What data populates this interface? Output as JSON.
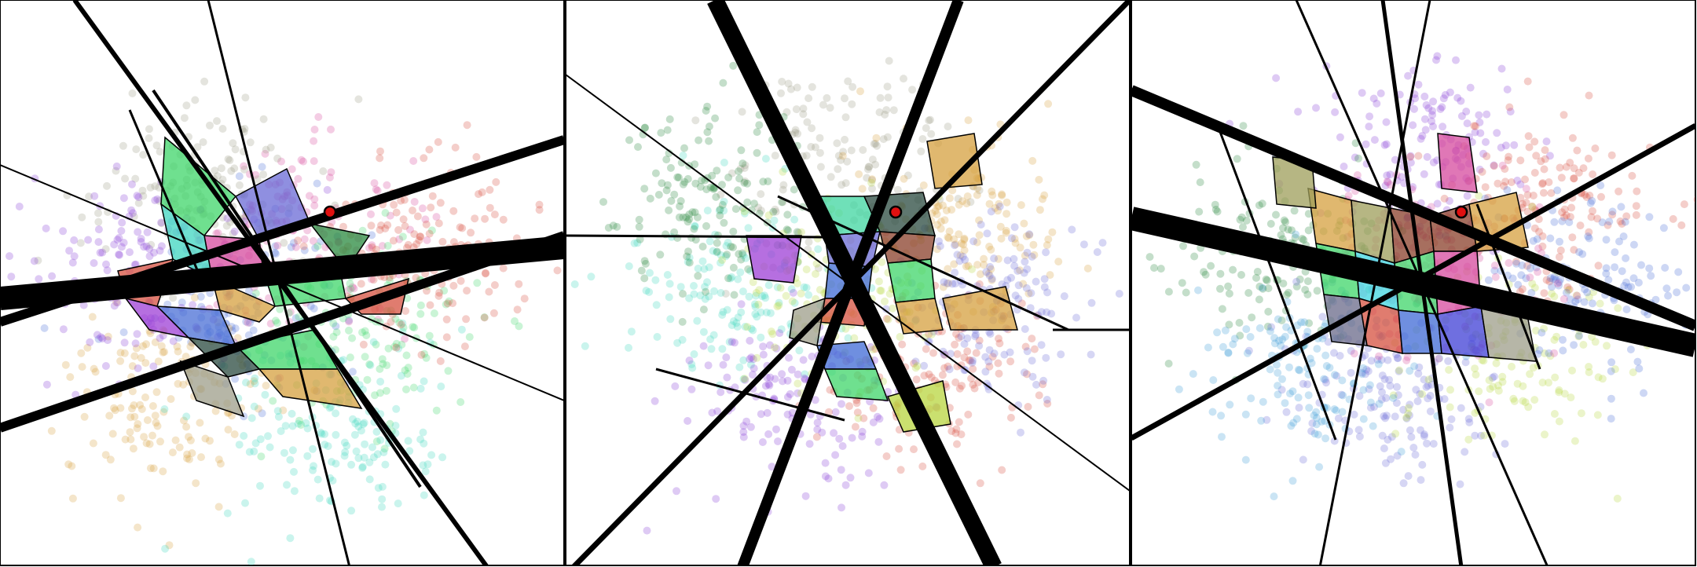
{
  "figure": {
    "panel_count": 3,
    "point_color_palette": [
      "#4a6fd6",
      "#d64a9e",
      "#3fd66a",
      "#9e9e8a",
      "#d6a03f",
      "#3fd6c0",
      "#8a3fd6",
      "#d6503f",
      "#2a8a3f",
      "#6a6ad6",
      "#b8d63f",
      "#3f9ed6"
    ],
    "panels": [
      {
        "name": "panel-1",
        "marker": {
          "x": 0.585,
          "y": 0.375,
          "fill": "#e01010"
        },
        "cluster_centers": [
          [
            0.42,
            0.55
          ],
          [
            0.55,
            0.42
          ],
          [
            0.65,
            0.58
          ],
          [
            0.35,
            0.35
          ],
          [
            0.3,
            0.7
          ],
          [
            0.6,
            0.75
          ],
          [
            0.25,
            0.48
          ],
          [
            0.75,
            0.45
          ]
        ]
      },
      {
        "name": "panel-2",
        "marker": {
          "x": 0.585,
          "y": 0.375,
          "fill": "#e01010"
        },
        "cluster_centers": [
          [
            0.5,
            0.28
          ],
          [
            0.7,
            0.4
          ],
          [
            0.3,
            0.5
          ],
          [
            0.4,
            0.7
          ],
          [
            0.65,
            0.65
          ],
          [
            0.25,
            0.35
          ],
          [
            0.75,
            0.55
          ],
          [
            0.48,
            0.52
          ]
        ]
      },
      {
        "name": "panel-3",
        "marker": {
          "x": 0.585,
          "y": 0.375,
          "fill": "#e01010"
        },
        "cluster_centers": [
          [
            0.52,
            0.25
          ],
          [
            0.72,
            0.35
          ],
          [
            0.28,
            0.45
          ],
          [
            0.45,
            0.68
          ],
          [
            0.68,
            0.62
          ],
          [
            0.32,
            0.65
          ],
          [
            0.8,
            0.5
          ],
          [
            0.55,
            0.48
          ]
        ]
      }
    ]
  }
}
